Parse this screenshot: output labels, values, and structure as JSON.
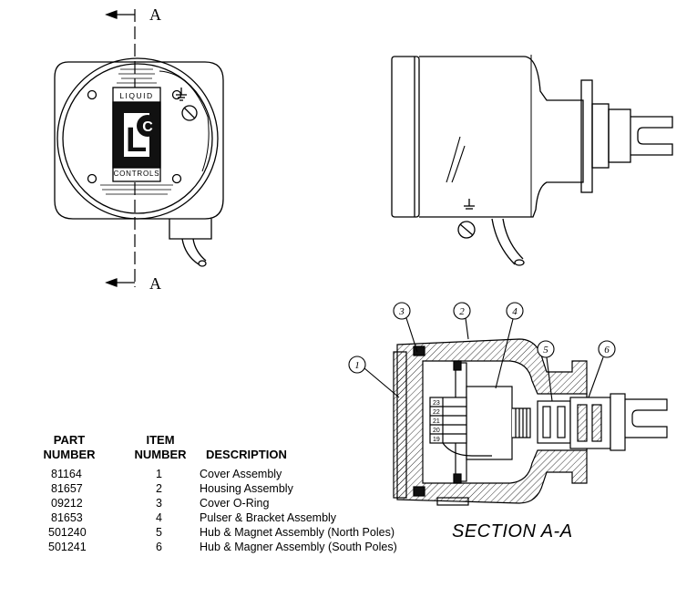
{
  "section_labels": {
    "top": "A",
    "bottom": "A"
  },
  "logo": {
    "top_text": "LIQUID",
    "bottom_text": "CONTROLS",
    "monogram_l": "L",
    "monogram_c": "C"
  },
  "callouts": [
    "1",
    "2",
    "3",
    "4",
    "5",
    "6"
  ],
  "terminal_labels": [
    "23",
    "22",
    "21",
    "20",
    "19"
  ],
  "section_title": "SECTION A-A",
  "parts_table": {
    "headers": {
      "part_line1": "PART",
      "part_line2": "NUMBER",
      "item_line1": "ITEM",
      "item_line2": "NUMBER",
      "description": "DESCRIPTION"
    },
    "rows": [
      {
        "part": "81164",
        "item": "1",
        "description": "Cover Assembly"
      },
      {
        "part": "81657",
        "item": "2",
        "description": "Housing Assembly"
      },
      {
        "part": "09212",
        "item": "3",
        "description": "Cover O-Ring"
      },
      {
        "part": "81653",
        "item": "4",
        "description": "Pulser & Bracket Assembly"
      },
      {
        "part": "501240",
        "item": "5",
        "description": "Hub & Magnet Assembly (North Poles)"
      },
      {
        "part": "501241",
        "item": "6",
        "description": "Hub & Magner Assembly (South Poles)"
      }
    ]
  }
}
